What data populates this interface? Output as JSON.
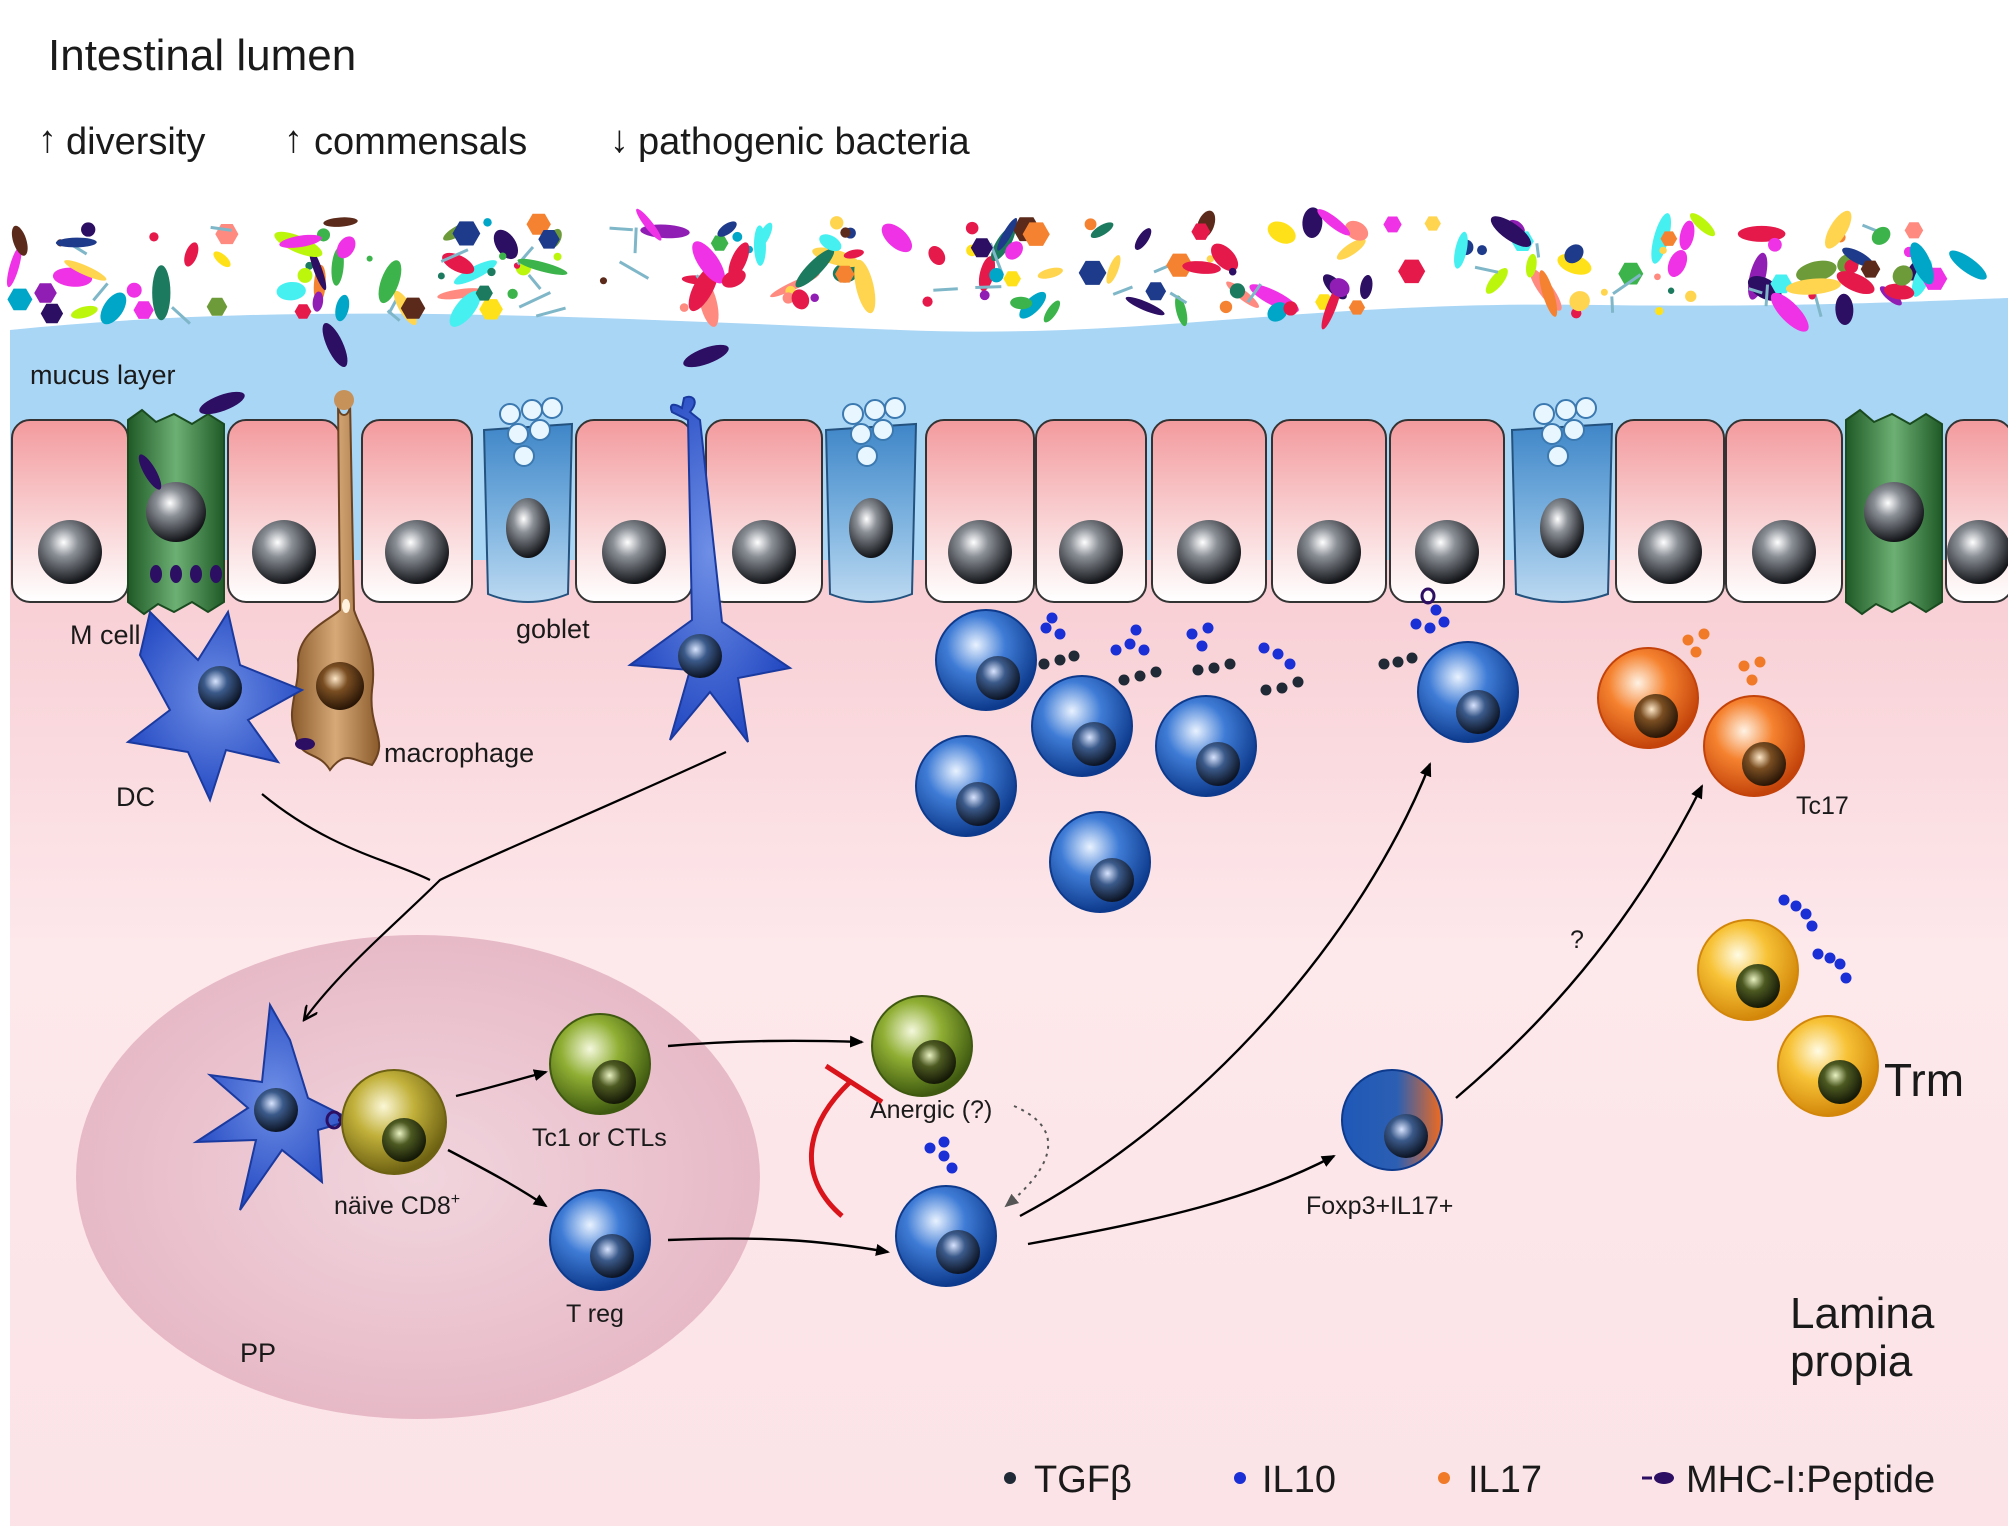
{
  "header": {
    "title": "Intestinal lumen",
    "trends": [
      {
        "arrow": "↑",
        "label": "diversity"
      },
      {
        "arrow": "↑",
        "label": "commensals"
      },
      {
        "arrow": "↓",
        "label": "pathogenic bacteria"
      }
    ]
  },
  "labels": {
    "mucus": "mucus layer",
    "m_cell": "M cell",
    "goblet": "goblet",
    "dc": "DC",
    "macrophage": "macrophage",
    "pp": "PP",
    "naive_cd8": "näive CD8",
    "naive_cd8_sup": "+",
    "tc1": "Tc1 or CTLs",
    "treg": "T reg",
    "anergic": "Anergic (?)",
    "foxp3": "Foxp3+IL17+",
    "tc17": "Tc17",
    "trm": "Trm",
    "question": "?",
    "lamina_line1": "Lamina",
    "lamina_line2": "propia"
  },
  "legend": [
    {
      "label": "TGFβ",
      "color": "#1f2a36"
    },
    {
      "label": "IL10",
      "color": "#1a2fd6"
    },
    {
      "label": "IL17",
      "color": "#f07a28"
    },
    {
      "label": "MHC-I:Peptide",
      "color": "#2c0e63"
    }
  ],
  "colors": {
    "mucus": "#a9d6f5",
    "epithelium": "#f3a4a6",
    "lamina": "#fbe5e8",
    "pp": "#e9bcc9",
    "dc": "#2a56cf",
    "treg": "#1f5fbf",
    "tc1": "#7a9a1f",
    "tc17": "#f06a1e",
    "trm": "#f5b51a",
    "goblet": "#5b9bd3",
    "m_cell": "#2f7a35",
    "macrophage": "#a56a35",
    "inhibit": "#d9141b"
  }
}
